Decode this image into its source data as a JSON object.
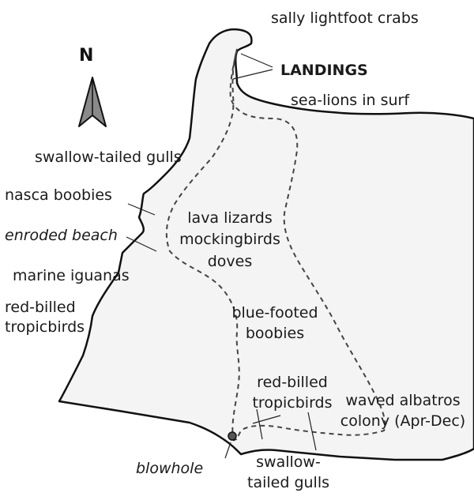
{
  "compass": {
    "letter": "N",
    "icon": "north-arrow-icon"
  },
  "labels": {
    "sally_lightfoot_crabs": "sally lightfoot crabs",
    "landings": "LANDINGS",
    "sea_lions_in_surf": "sea-lions in surf",
    "swallow_tailed_gulls_west": "swallow-tailed gulls",
    "nasca_boobies": "nasca boobies",
    "enroded_beach": "enroded beach",
    "marine_iguanas": "marine iguanas",
    "red_billed_tropicbirds_west_1": "red-billed",
    "red_billed_tropicbirds_west_2": "tropicbirds",
    "interior_1": "lava lizards",
    "interior_2": "mockingbirds",
    "interior_3": "doves",
    "blue_footed_1": "blue-footed",
    "blue_footed_2": "boobies",
    "red_billed_south_1": "red-billed",
    "red_billed_south_2": "tropicbirds",
    "waved_albatros_1": "waved albatros",
    "waved_albatros_2": "colony (Apr-Dec)",
    "blowhole": "blowhole",
    "swallow_tailed_south_1": "swallow-",
    "swallow_tailed_south_2": "tailed gulls"
  }
}
